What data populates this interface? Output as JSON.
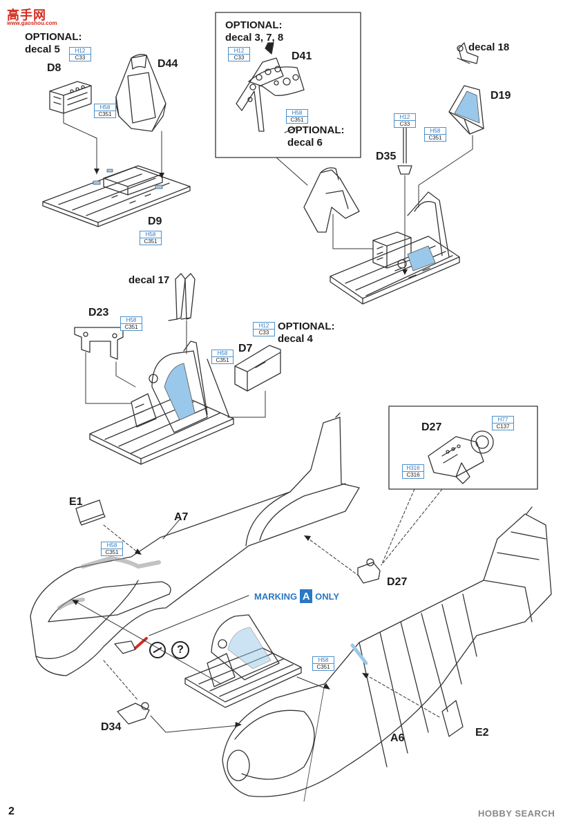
{
  "watermark": {
    "brand": "高手网",
    "url": "www.gaoshou.com"
  },
  "page_number": "2",
  "footer_brand": "HOBBY SEARCH",
  "marking_note": {
    "prefix": "MARKING",
    "letter": "A",
    "suffix": "ONLY"
  },
  "question_mark": "?",
  "labels": {
    "optional_decal5": [
      "OPTIONAL:",
      "decal 5"
    ],
    "d8": "D8",
    "d44": "D44",
    "d9": "D9",
    "optional_decal378": [
      "OPTIONAL:",
      "decal 3, 7, 8"
    ],
    "d41": "D41",
    "optional_decal6": [
      "OPTIONAL:",
      "decal 6"
    ],
    "decal18": "decal 18",
    "d19": "D19",
    "d35": "D35",
    "decal17": "decal 17",
    "d23": "D23",
    "d7": "D7",
    "optional_decal4": [
      "OPTIONAL:",
      "decal 4"
    ],
    "d27_inset": "D27",
    "e1": "E1",
    "a7": "A7",
    "d27": "D27",
    "d34": "D34",
    "a6": "A6",
    "e2": "E2"
  },
  "paint_codes": [
    {
      "id": "c1",
      "top": "H12",
      "bottom": "C33"
    },
    {
      "id": "c2",
      "top": "H58",
      "bottom": "C351"
    },
    {
      "id": "c3",
      "top": "H58",
      "bottom": "C351"
    },
    {
      "id": "c4",
      "top": "H12",
      "bottom": "C33"
    },
    {
      "id": "c5",
      "top": "H58",
      "bottom": "C351"
    },
    {
      "id": "c6",
      "top": "H12",
      "bottom": "C33"
    },
    {
      "id": "c7",
      "top": "H58",
      "bottom": "C351"
    },
    {
      "id": "c8",
      "top": "H58",
      "bottom": "C351"
    },
    {
      "id": "c9",
      "top": "H12",
      "bottom": "C33"
    },
    {
      "id": "c10",
      "top": "H58",
      "bottom": "C351"
    },
    {
      "id": "c11",
      "top": "H77",
      "bottom": "C137"
    },
    {
      "id": "c12",
      "top": "H316",
      "bottom": "C316"
    },
    {
      "id": "c13",
      "top": "H58",
      "bottom": "C351"
    },
    {
      "id": "c14",
      "top": "H58",
      "bottom": "C351"
    }
  ],
  "colors": {
    "accent": "#2a78c4",
    "line": "#333333",
    "interior": "#9ac8ea",
    "red": "#d52b1e"
  }
}
